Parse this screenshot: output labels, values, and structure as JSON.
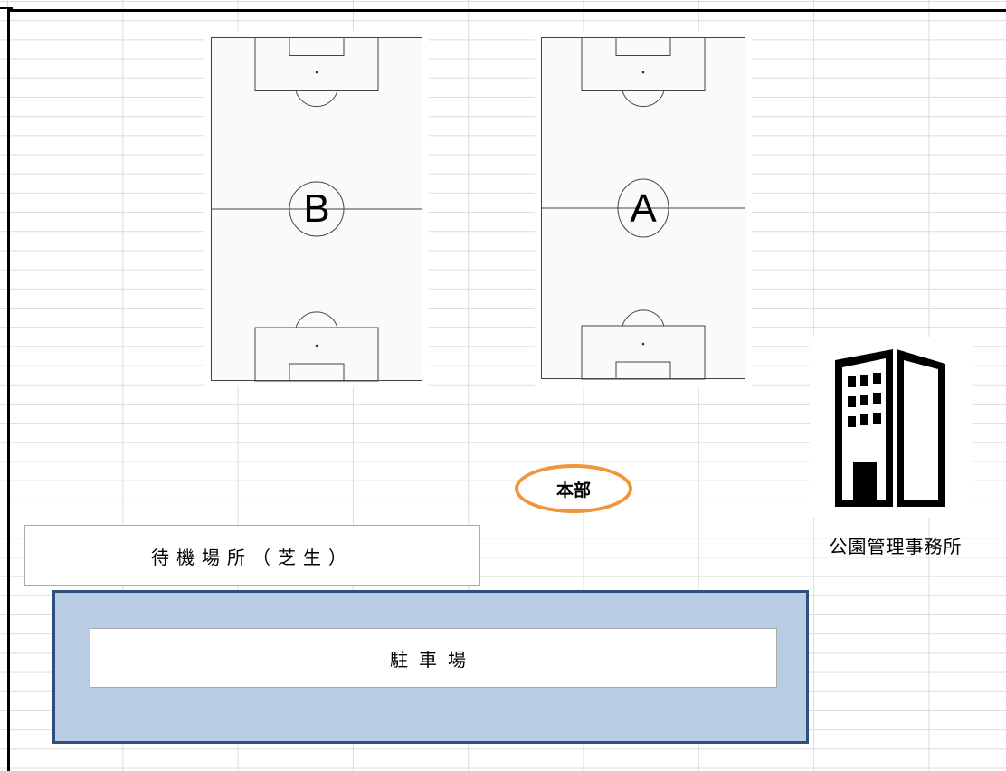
{
  "fields": [
    {
      "id": "B",
      "label": "B"
    },
    {
      "id": "A",
      "label": "A"
    }
  ],
  "headquarters": {
    "label": "本部",
    "border_color": "#f0953a"
  },
  "park_office": {
    "label": "公園管理事務所",
    "icon": "office-building-icon"
  },
  "waiting_area": {
    "label": "待機場所（芝生）"
  },
  "parking": {
    "label": "駐車場",
    "fill_color": "#b8cce4",
    "border_color": "#2f4f7f"
  }
}
